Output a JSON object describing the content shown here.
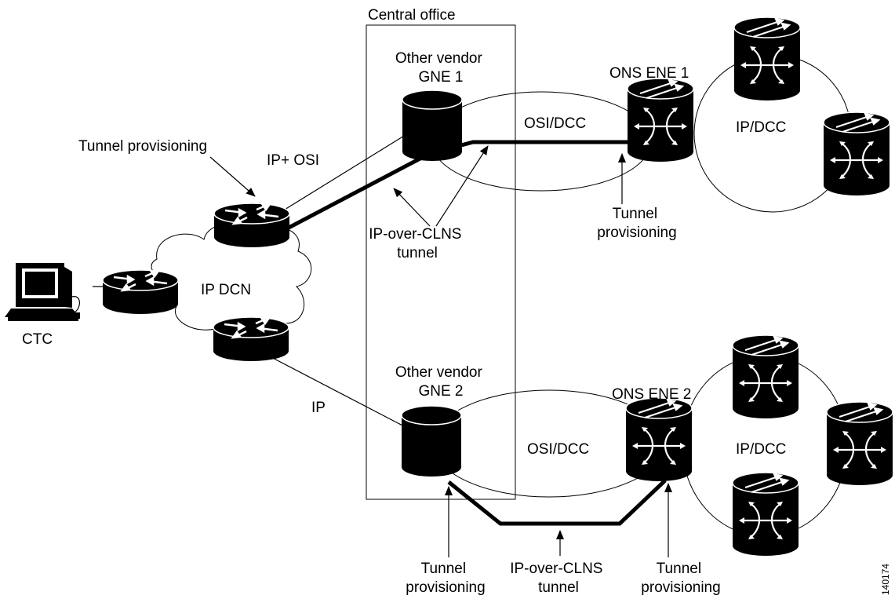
{
  "labels": {
    "central_office": "Central office",
    "gne1": [
      "Other vendor",
      "GNE 1"
    ],
    "gne2": [
      "Other vendor",
      "GNE 2"
    ],
    "ene1": "ONS ENE 1",
    "ene2": "ONS ENE 2",
    "osi_dcc_top": "OSI/DCC",
    "osi_dcc_bottom": "OSI/DCC",
    "ip_dcc_top": "IP/DCC",
    "ip_dcc_bottom": "IP/DCC",
    "tunnel_prov_left": "Tunnel provisioning",
    "ip_osi": "IP+ OSI",
    "tunnel_prov_ene1": [
      "Tunnel",
      "provisioning"
    ],
    "clns_tunnel_top": [
      "IP-over-CLNS",
      "tunnel"
    ],
    "ip_dcn": "IP DCN",
    "ctc": "CTC",
    "ip": "IP",
    "tunnel_prov_gne2": [
      "Tunnel",
      "provisioning"
    ],
    "clns_tunnel_bottom": [
      "IP-over-CLNS",
      "tunnel"
    ],
    "tunnel_prov_ene2": [
      "Tunnel",
      "provisioning"
    ],
    "figure_id": "140174"
  }
}
